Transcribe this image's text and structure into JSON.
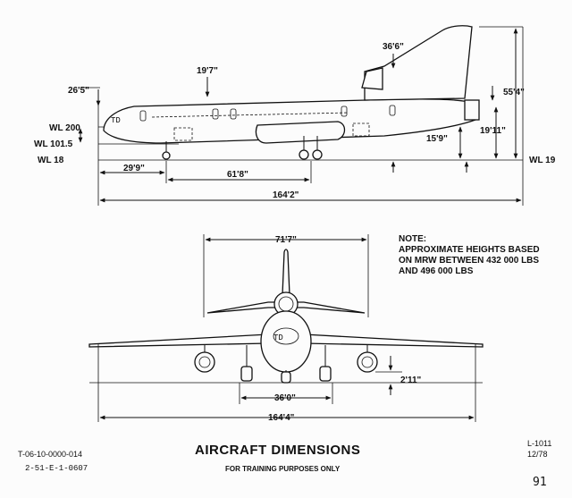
{
  "side_view": {
    "tail_height": "36'6\"",
    "overall_height": "55'4\"",
    "fuselage_top": "19'7\"",
    "nose_height": "26'5\"",
    "wl_200": "WL 200",
    "wl_101_5": "WL 101.5",
    "wl_18": "WL 18",
    "wl_19": "WL 19",
    "tail_section": "19'11\"",
    "tail_low": "15'9\"",
    "nose_to_main": "29'9\"",
    "wheelbase": "61'8\"",
    "length": "164'2\"",
    "nose_marking": "TD"
  },
  "front_view": {
    "stabilizer_span": "71'7\"",
    "engine_clearance": "2'11\"",
    "main_gear_track": "36'0\"",
    "wingspan": "164'4\"",
    "nose_marking": "TD"
  },
  "note": {
    "line1": "NOTE:",
    "line2": "APPROXIMATE HEIGHTS BASED",
    "line3": "ON MRW BETWEEN 432 000 LBS",
    "line4": "AND 496 000 LBS"
  },
  "footer": {
    "title": "AIRCRAFT DIMENSIONS",
    "subtitle": "FOR TRAINING PURPOSES ONLY",
    "doc_number": "T-06-10-0000-014",
    "doc_code": "2-51-E-1-0607",
    "model": "L-1011",
    "date": "12/78",
    "page": "91"
  }
}
